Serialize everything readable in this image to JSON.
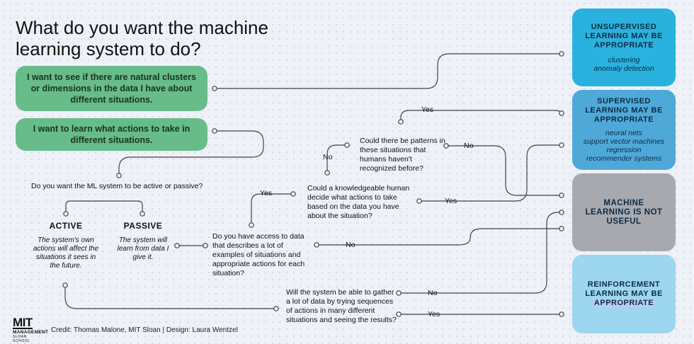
{
  "title": "What do you want the machine learning system to do?",
  "start_options": {
    "clusters": "I want to see if there are natural clusters or dimensions in the data I have about different situations.",
    "actions": "I want to learn what actions to take in different situations."
  },
  "questions": {
    "active_passive": "Do you want the ML system to be active or passive?",
    "data_access": "Do you have access to data that describes a lot of examples of situations and appropriate actions for each situation?",
    "human_decide": "Could a knowledgeable human decide what actions to take based on the data you have about the situation?",
    "patterns": "Could there be patterns in these situations that humans haven't recognized before?",
    "gather_data": "Will the system be able to gather a lot of data by trying sequences of actions in many different situations and seeing the results?"
  },
  "modes": {
    "active": {
      "title": "ACTIVE",
      "desc": "The system's own actions will affect the situations it sees in the future."
    },
    "passive": {
      "title": "PASSIVE",
      "desc": "The system will learn from data I give it."
    }
  },
  "answers": {
    "yes": "Yes",
    "no": "No"
  },
  "outcomes": {
    "unsupervised": {
      "heading": "UNSUPERVISED LEARNING MAY BE APPROPRIATE",
      "sub1": "clustering",
      "sub2": "anomaly detection",
      "color": "#29b2de"
    },
    "supervised": {
      "heading": "SUPERVISED LEARNING MAY BE APPROPRIATE",
      "sub1": "neural nets",
      "sub2": "support vector machines",
      "sub3": "regression",
      "sub4": "recommender systems",
      "color": "#4fa9d8"
    },
    "not_useful": {
      "heading": "MACHINE LEARNING IS NOT USEFUL",
      "color": "#a7a9af"
    },
    "reinforcement": {
      "heading_line1": "REINFORCEMENT",
      "heading_line2": "LEARNING MAY BE",
      "heading_line3": "APPROPRIATE",
      "color": "#9cd7ef"
    }
  },
  "colors": {
    "green": "#67bc8a",
    "line": "#444444"
  },
  "logo": {
    "line1": "MIT",
    "line2": "MANAGEMENT",
    "line3": "SLOAN SCHOOL"
  },
  "credit": "Credit: Thomas Malone, MIT Sloan | Design: Laura Wentzel"
}
